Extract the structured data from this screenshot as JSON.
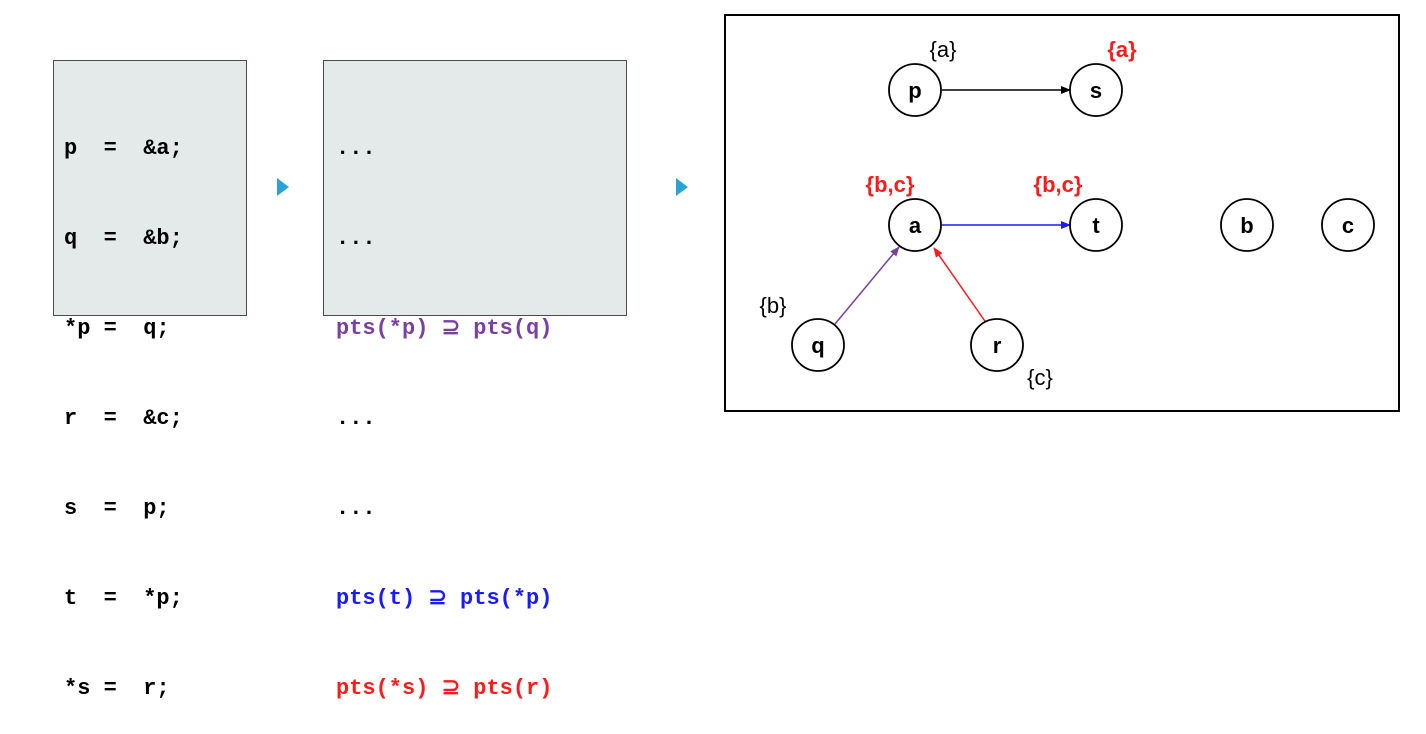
{
  "statements": [
    "p  =  &a;",
    "q  =  &b;",
    "*p =  q;",
    "r  =  &c;",
    "s  =  p;",
    "t  =  *p;",
    "*s =  r;"
  ],
  "constraints": [
    {
      "text": "...",
      "color": "#000000"
    },
    {
      "text": "...",
      "color": "#000000"
    },
    {
      "text": "pts(*p) ⊇ pts(q)",
      "color": "#7a3fa0"
    },
    {
      "text": "...",
      "color": "#000000"
    },
    {
      "text": "...",
      "color": "#000000"
    },
    {
      "text": "pts(t) ⊇ pts(*p)",
      "color": "#1a1aff"
    },
    {
      "text": "pts(*s) ⊇ pts(r)",
      "color": "#ff1a1a"
    }
  ],
  "graph": {
    "nodes": {
      "p": "p",
      "s": "s",
      "a": "a",
      "t": "t",
      "b": "b",
      "c": "c",
      "q": "q",
      "r": "r"
    },
    "sets": {
      "p": "{a}",
      "s": "{a}",
      "a": "{b,c}",
      "t": "{b,c}",
      "q": "{b}",
      "r": "{c}"
    },
    "colors": {
      "black": "#000000",
      "blue": "#1a1aff",
      "purple": "#7a3fa0",
      "red": "#ff1a1a"
    }
  }
}
